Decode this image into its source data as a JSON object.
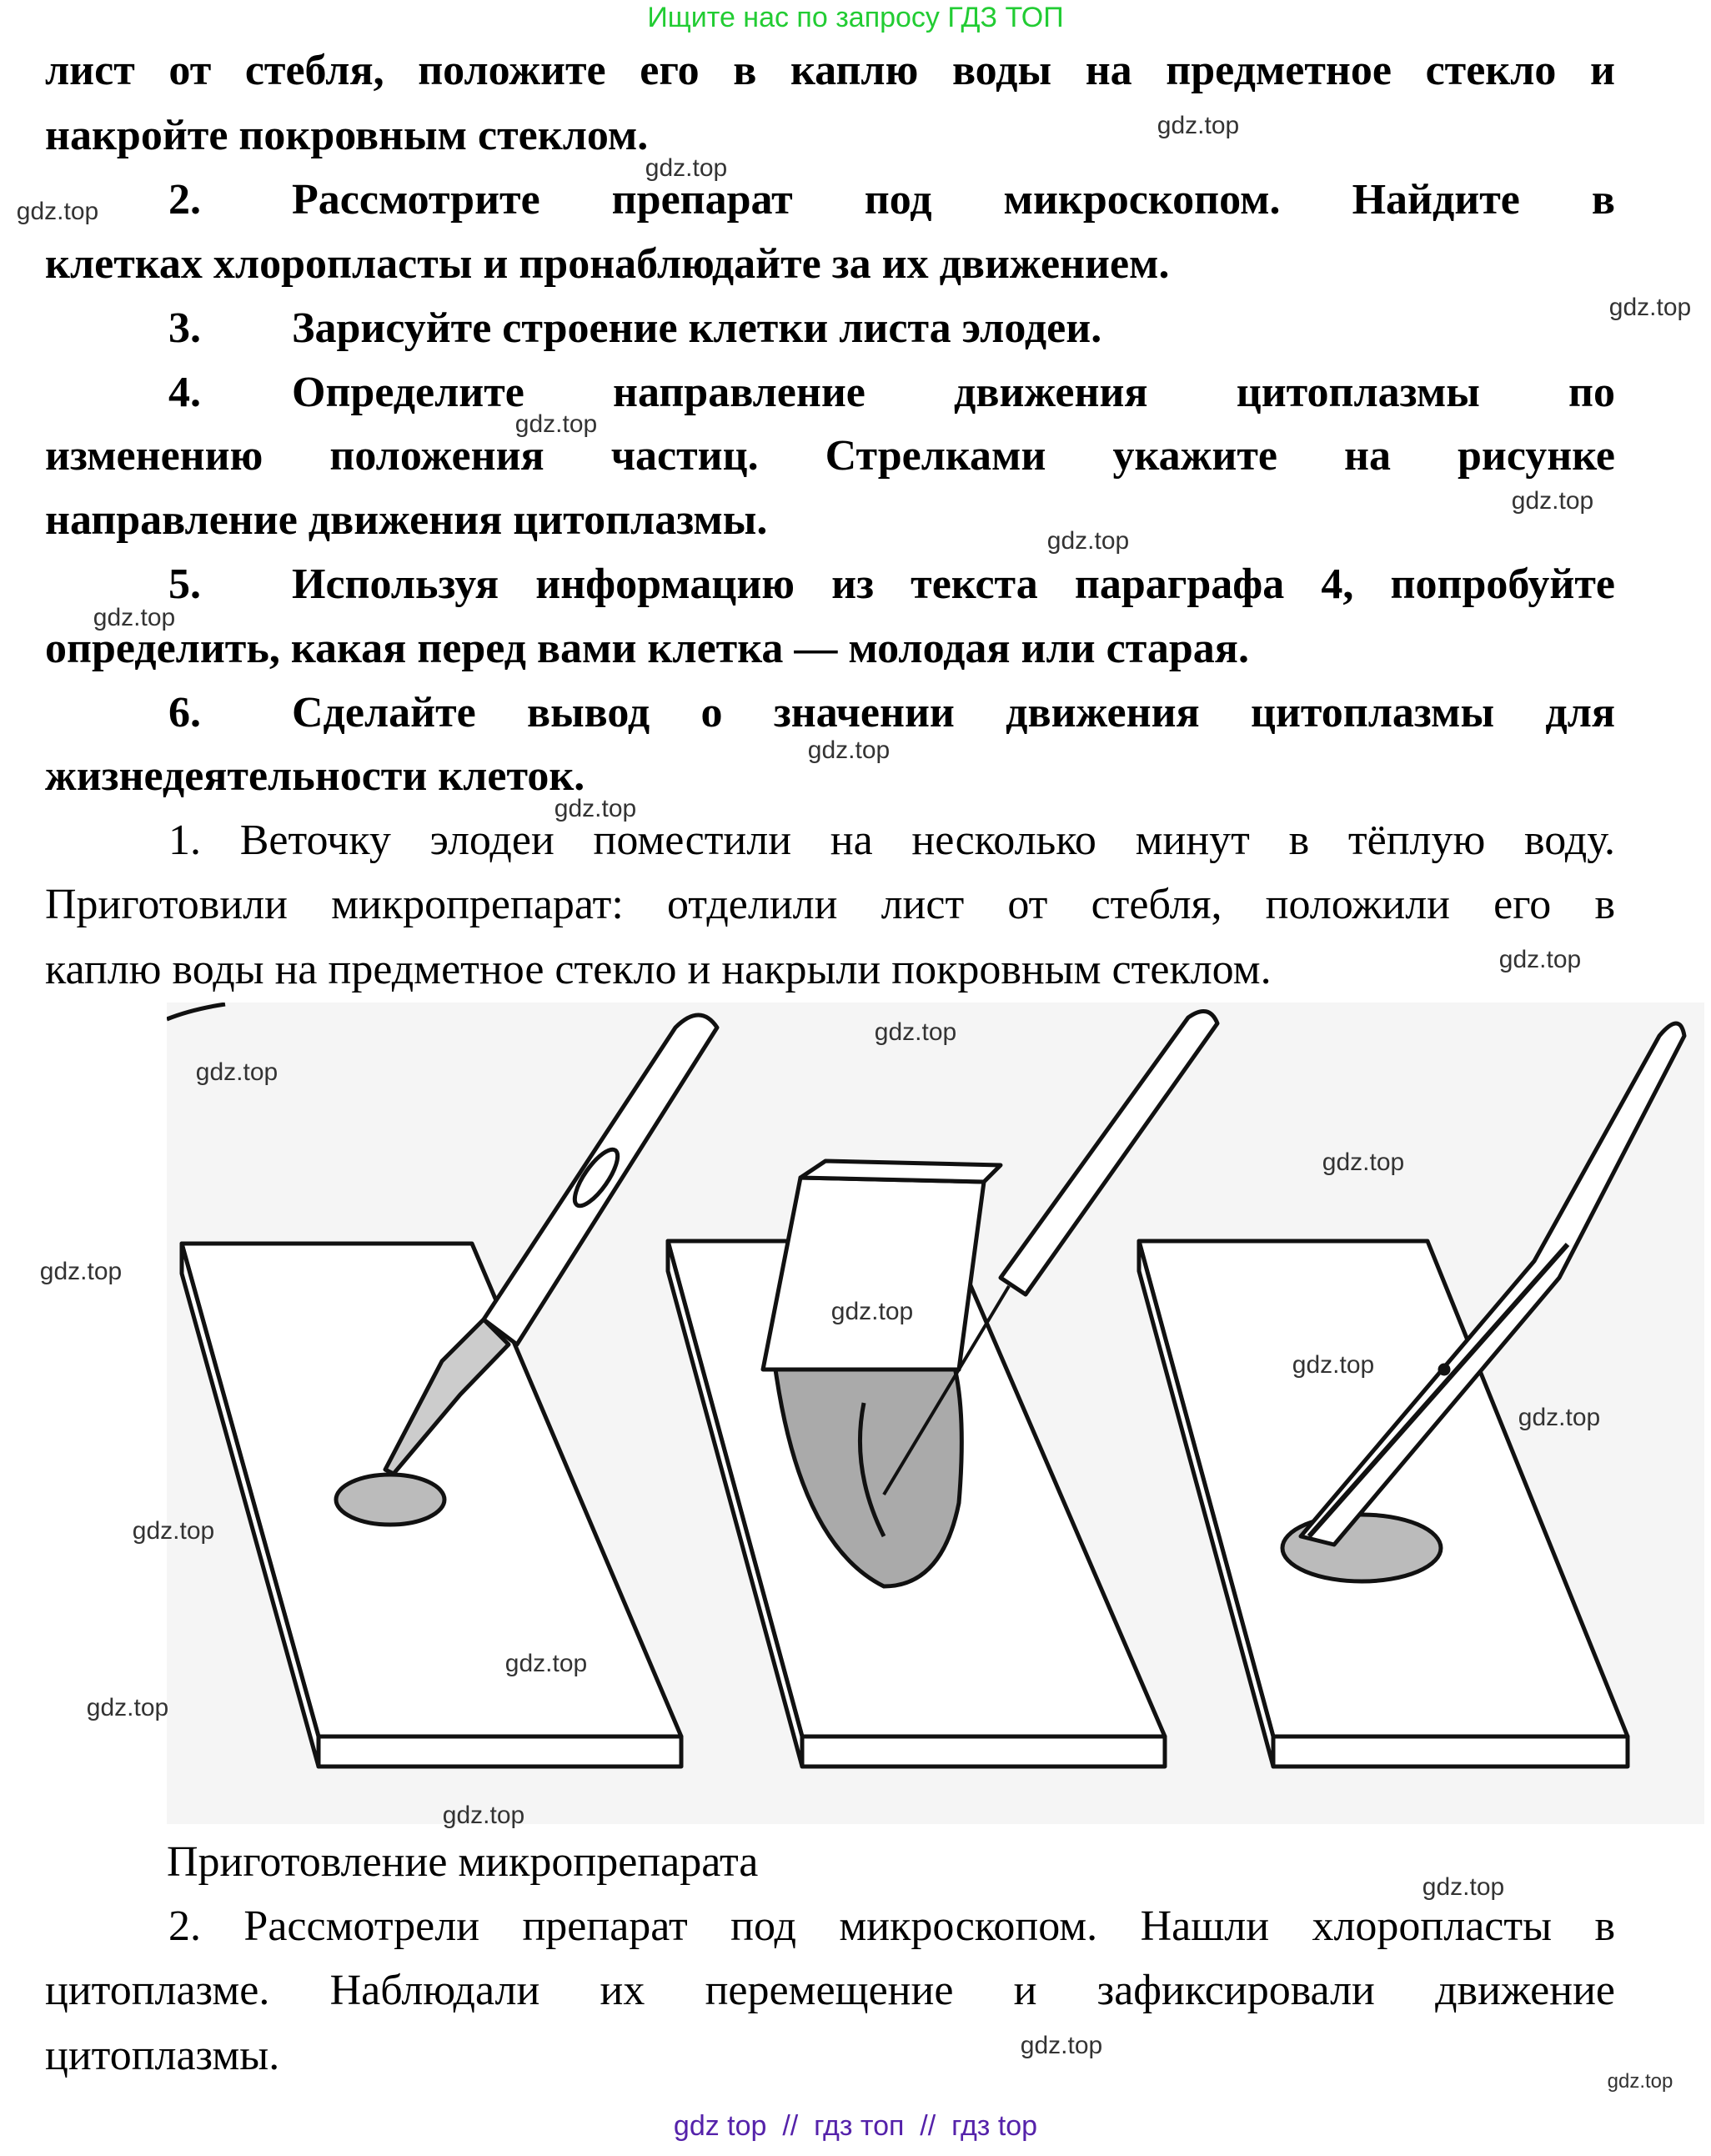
{
  "header": {
    "search_hint": "Ищите нас по запросу ГДЗ ТОП"
  },
  "task": {
    "line_1": "лист от стебля, положите его в каплю воды на предметное стекло и",
    "line_2": "накройте покровным стеклом.",
    "steps": [
      {
        "num": "2.",
        "lines": [
          "Рассмотрите препарат под микроскопом. Найдите в",
          "клетках хлоропласты и пронаблюдайте за их движением."
        ]
      },
      {
        "num": "3.",
        "lines": [
          "Зарисуйте строение клетки листа элодеи."
        ]
      },
      {
        "num": "4.",
        "lines": [
          "Определите направление движения цитоплазмы по",
          "изменению положения частиц. Стрелками укажите на рисунке",
          "направление движения цитоплазмы."
        ]
      },
      {
        "num": "5.",
        "lines": [
          "Используя информацию из текста параграфа 4, попробуйте",
          "определить, какая перед вами клетка — молодая или старая."
        ]
      },
      {
        "num": "6.",
        "lines": [
          "Сделайте вывод о значении движения цитоплазмы для",
          "жизнедеятельности клеток."
        ]
      }
    ]
  },
  "answer": {
    "p1": [
      "1. Веточку элодеи поместили на несколько минут в тёплую воду.",
      "Приготовили микропрепарат: отделили лист от стебля, положили его в",
      "каплю воды на предметное стекло и накрыли покровным стеклом."
    ],
    "figure_caption": "Приготовление микропрепарата",
    "p2": [
      "2. Рассмотрели препарат под микроскопом. Нашли хлоропласты в",
      "цитоплазме. Наблюдали их перемещение и зафиксировали движение",
      "цитоплазмы."
    ]
  },
  "watermark": "gdz.top",
  "footer": {
    "links": "gdz top  //  гдз топ  //  гдз top"
  },
  "colors": {
    "header": "#22cc33",
    "footer": "#5522aa",
    "figure_bg": "#f5f5f5"
  }
}
